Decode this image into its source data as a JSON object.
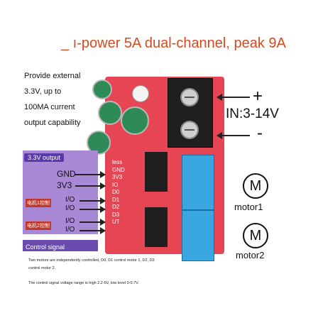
{
  "headline": "_ ı-power 5A dual-channel, peak 9A",
  "supply_note": [
    "Provide external",
    "3.3V, up to",
    "100MA current",
    "output capability"
  ],
  "pin_header": "3.3V output",
  "pins": [
    "GND",
    "3V3",
    "I/O",
    "I/O",
    "I/O",
    "I/O"
  ],
  "ctrl_tags": [
    "电机1控制",
    "电机2控制"
  ],
  "control_signal": "Control signal",
  "power": {
    "plus": "+",
    "input_label": "IN:3-14V",
    "minus": "-"
  },
  "motors": [
    {
      "symbol": "M",
      "label": "motor1"
    },
    {
      "symbol": "M",
      "label": "motor2"
    }
  ],
  "board_silkscreen": [
    "less",
    "GND",
    "3V3",
    "IO",
    "D0",
    "D1",
    "D2",
    "D3",
    "UT"
  ],
  "description": [
    "Two motors are independently controlled, D0, D1 control motor 1, D2, D3",
    "control motor 2."
  ],
  "voltage_note": "The control signal voltage range is high 2.2-6V, low level 0-0.7V."
}
